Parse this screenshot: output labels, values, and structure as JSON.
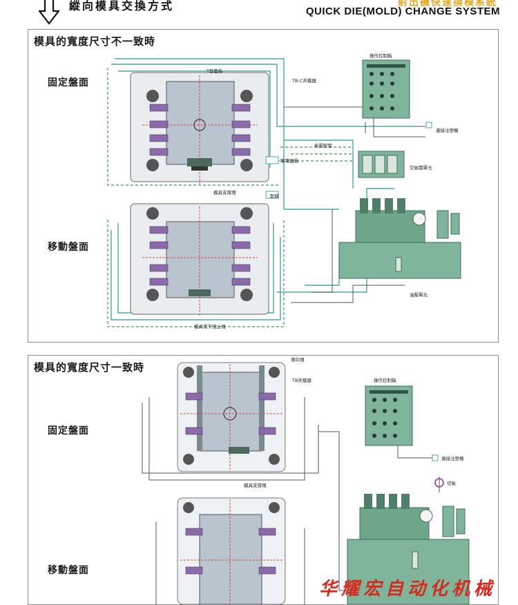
{
  "header": {
    "title": "縱向模具交換方式",
    "title_en": "QUICK DIE(MOLD) CHANGE SYSTEM",
    "cut_text": "射出機快速換模系統"
  },
  "panel1": {
    "title": "模具的寬度尺寸不一致時",
    "fixed_plate": "固定盤面",
    "moving_plate": "移動盤面",
    "labels": {
      "t_block": "T型墊板",
      "tb_c_clamp": "TB-C夾模器",
      "control_box": "操作控制箱",
      "to_molding_machine": "連接注塑機",
      "air_pipe": "氣壓配管",
      "junction_box": "繼電器箱",
      "air_valve_unit": "空氣閥單元",
      "wiring": "配線",
      "mold_support": "模具支撐塊",
      "hydraulic_unit": "油壓單元",
      "drop_stopper": "模具落下阻止塊"
    }
  },
  "panel2": {
    "title": "模具的寬度尺寸一致時",
    "fixed_plate": "固定盤面",
    "moving_plate": "移動盤面",
    "labels": {
      "guide_block": "導向塊",
      "tb_clamp": "TB夾模器",
      "control_box": "操作控制箱",
      "to_molding_machine": "連接注塑機",
      "air": "空氣",
      "mold_support": "模具支撐塊"
    }
  },
  "watermark": "华耀宏自动化机械",
  "colors": {
    "machine_green": "#7fb59a",
    "mold_gray": "#b9c4cf",
    "teal_line": "#4aa6a8",
    "green_dash": "#33a04a",
    "red_dash": "#d9453a",
    "clamp_purple": "#8a6aa8",
    "watermark_red": "#d62a1e"
  }
}
